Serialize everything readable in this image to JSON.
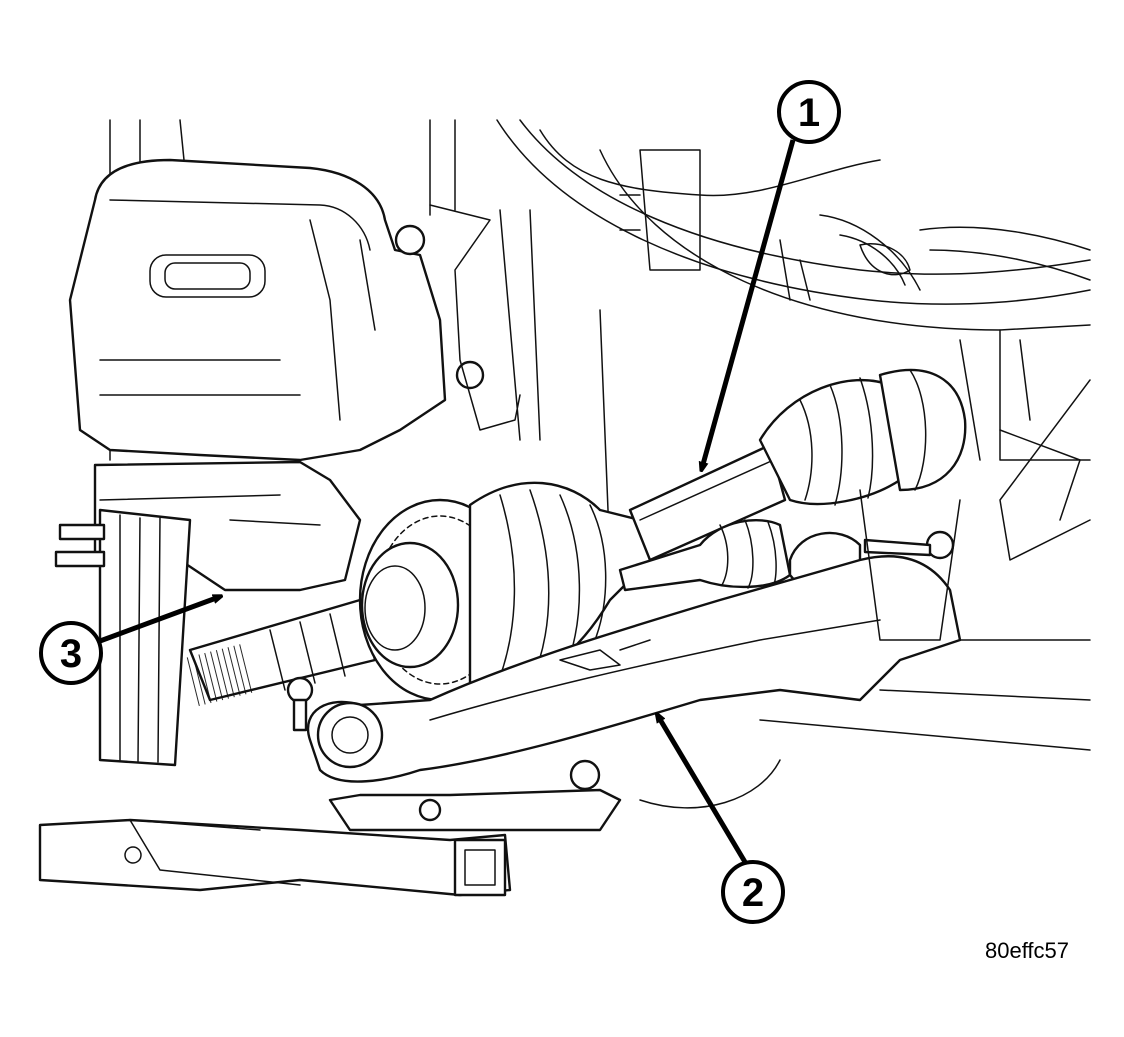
{
  "callouts": [
    {
      "label": "1"
    },
    {
      "label": "2"
    },
    {
      "label": "3"
    }
  ],
  "figure_id": "80effc57",
  "colors": {
    "ink": "#111111",
    "paper": "#ffffff"
  }
}
